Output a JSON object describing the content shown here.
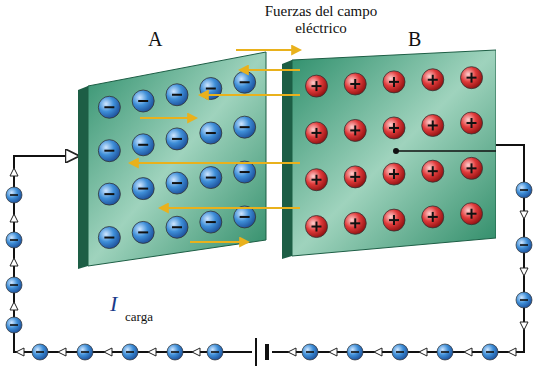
{
  "diagram": {
    "nodes": [
      {
        "text": [
          "A"
        ]
      },
      {
        "text": [
          "B"
        ]
      }
    ],
    "edges": [
      {
        "from": 1,
        "to": 0,
        "arrow": "to"
      }
    ],
    "labels": [
      "Fuerzas del campo eléctrico",
      "I",
      "carga"
    ]
  }
}
